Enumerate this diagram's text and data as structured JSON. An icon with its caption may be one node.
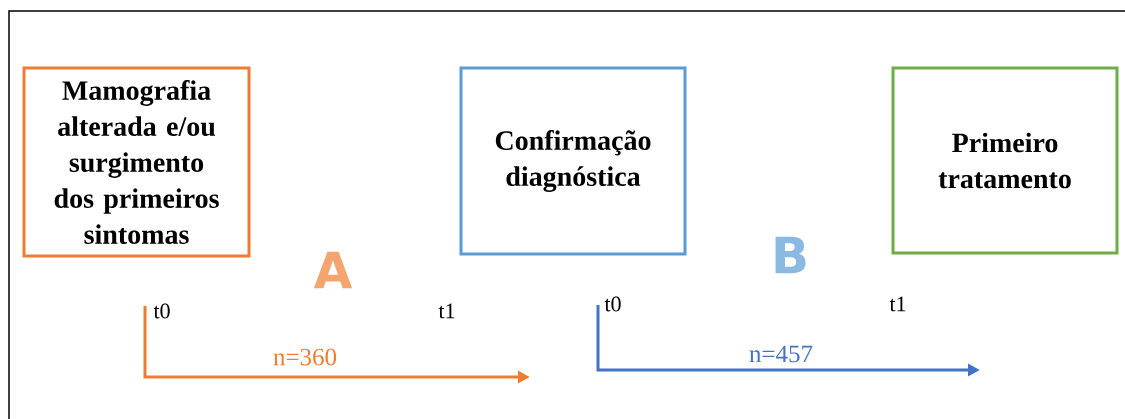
{
  "diagram": {
    "nodes": [
      {
        "text": [
          "Mamografia alterada e/ou surgimento dos primeiros sintomas"
        ]
      },
      {
        "text": [
          "Confirmação diagnóstica"
        ]
      },
      {
        "text": [
          "Primeiro tratamento"
        ]
      }
    ],
    "labels": [
      "A",
      "B",
      "t0",
      "t1",
      "t0",
      "t1",
      "n=360",
      "n=457"
    ]
  }
}
